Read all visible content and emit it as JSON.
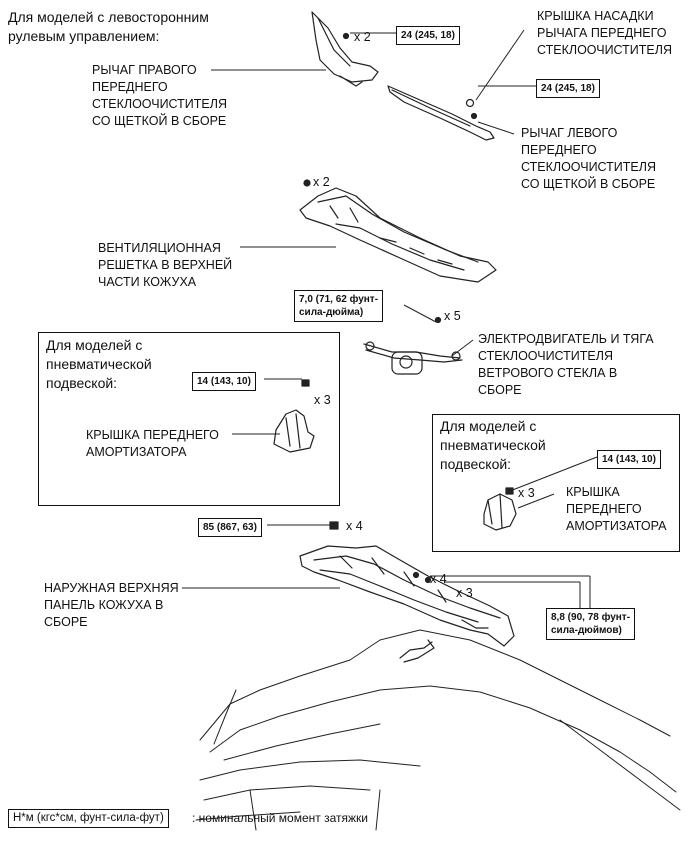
{
  "labels": {
    "lhd_note": "Для моделей с левосторонним\nрулевым управлением:",
    "right_wiper_arm": "РЫЧАГ ПРАВОГО\nПЕРЕДНЕГО\nСТЕКЛООЧИСТИТЕЛЯ\nСО ЩЕТКОЙ В СБОРЕ",
    "wiper_cap": "КРЫШКА НАСАДКИ\nРЫЧАГА ПЕРЕДНЕГО\nСТЕКЛООЧИСТИТЕЛЯ",
    "left_wiper_arm": "РЫЧАГ ЛЕВОГО\nПЕРЕДНЕГО\nСТЕКЛООЧИСТИТЕЛЯ\nСО ЩЕТКОЙ В СБОРЕ",
    "cowl_grille": "ВЕНТИЛЯЦИОННАЯ\nРЕШЕТКА В ВЕРХНЕЙ\nЧАСТИ КОЖУХА",
    "wiper_motor": "ЭЛЕКТРОДВИГАТЕЛЬ И ТЯГА\nСТЕКЛООЧИСТИТЕЛЯ\nВЕТРОВОГО СТЕКЛА В\nСБОРЕ",
    "air_susp_left": "Для моделей с\nпневматической\nподвеской:",
    "shock_cap_left": "КРЫШКА ПЕРЕДНЕГО\nАМОРТИЗАТОРА",
    "air_susp_right": "Для моделей с\nпневматической\nподвеской:",
    "shock_cap_right": "КРЫШКА\nПЕРЕДНЕГО\nАМОРТИЗАТОРА",
    "cowl_panel": "НАРУЖНАЯ ВЕРХНЯЯ\nПАНЕЛЬ КОЖУХА В\nСБОРЕ",
    "legend_text": ": номинальный момент затяжки"
  },
  "torques": {
    "t1": "24 (245, 18)",
    "t2": "24 (245, 18)",
    "t3": "7,0 (71, 62 фунт-\nсила-дюйма)",
    "t4": "14 (143, 10)",
    "t5": "14 (143, 10)",
    "t6": "85 (867, 63)",
    "t7": "8,8 (90, 78 фунт-\nсила-дюймов)",
    "legend": "Н*м (кгс*см, фунт-сила-фут)"
  },
  "counts": {
    "c1": "x 2",
    "c2": "x 2",
    "c3": "x 5",
    "c4": "x 3",
    "c5": "x 3",
    "c6": "x 4",
    "c7": "x 4",
    "c8": "x 3"
  }
}
